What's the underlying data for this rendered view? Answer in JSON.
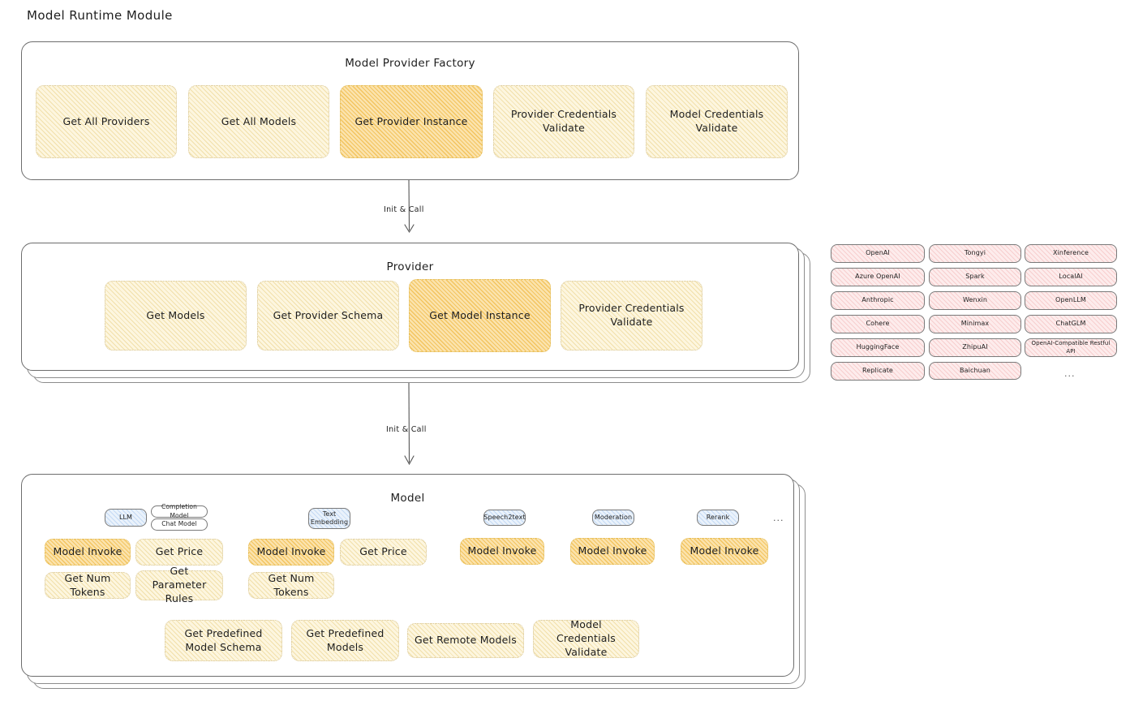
{
  "page": {
    "title": "Model Runtime Module"
  },
  "factory": {
    "title": "Model Provider Factory",
    "boxes": [
      {
        "label": "Get All Providers",
        "highlighted": false
      },
      {
        "label": "Get All Models",
        "highlighted": false
      },
      {
        "label": "Get Provider Instance",
        "highlighted": true
      },
      {
        "label": "Provider Credentials Validate",
        "highlighted": false
      },
      {
        "label": "Model Credentials Validate",
        "highlighted": false
      }
    ]
  },
  "arrows": [
    {
      "label": "Init & Call"
    },
    {
      "label": "Init & Call"
    }
  ],
  "provider": {
    "title": "Provider",
    "boxes": [
      {
        "label": "Get Models",
        "highlighted": false
      },
      {
        "label": "Get Provider Schema",
        "highlighted": false
      },
      {
        "label": "Get Model Instance",
        "highlighted": true
      },
      {
        "label": "Provider Credentials Validate",
        "highlighted": false
      }
    ]
  },
  "provider_list": {
    "column1": [
      "OpenAI",
      "Azure OpenAI",
      "Anthropic",
      "Cohere",
      "HuggingFace",
      "Replicate"
    ],
    "column2": [
      "Tongyi",
      "Spark",
      "Wenxin",
      "Minimax",
      "ZhipuAI",
      "Baichuan"
    ],
    "column3": [
      "Xinference",
      "LocalAI",
      "OpenLLM",
      "ChatGLM",
      "OpenAI-Compatible Restful API"
    ],
    "more": "..."
  },
  "model": {
    "title": "Model",
    "more": "...",
    "groups": [
      {
        "badge": "LLM",
        "badge_style": "blue",
        "sub_badges": [
          "Completion Model",
          "Chat Model"
        ],
        "boxes": [
          {
            "label": "Model Invoke",
            "highlighted": true
          },
          {
            "label": "Get Price",
            "highlighted": false
          },
          {
            "label": "Get Num Tokens",
            "highlighted": false
          },
          {
            "label": "Get Parameter Rules",
            "highlighted": false
          }
        ]
      },
      {
        "badge": "Text Embedding",
        "badge_style": "blue",
        "sub_badges": [],
        "boxes": [
          {
            "label": "Model Invoke",
            "highlighted": true
          },
          {
            "label": "Get Price",
            "highlighted": false
          },
          {
            "label": "Get Num Tokens",
            "highlighted": false
          }
        ]
      },
      {
        "badge": "Speech2text",
        "badge_style": "blue",
        "sub_badges": [],
        "boxes": [
          {
            "label": "Model Invoke",
            "highlighted": true
          }
        ]
      },
      {
        "badge": "Moderation",
        "badge_style": "blue",
        "sub_badges": [],
        "boxes": [
          {
            "label": "Model Invoke",
            "highlighted": true
          }
        ]
      },
      {
        "badge": "Rerank",
        "badge_style": "blue",
        "sub_badges": [],
        "boxes": [
          {
            "label": "Model Invoke",
            "highlighted": true
          }
        ]
      }
    ],
    "shared_boxes": [
      {
        "label": "Get Predefined Model Schema"
      },
      {
        "label": "Get Predefined Models"
      },
      {
        "label": "Get Remote Models"
      },
      {
        "label": "Model Credentials Validate"
      }
    ]
  },
  "colors": {
    "fill_light": "#fdf6df",
    "fill_strong": "#fbe3ad",
    "fill_pink": "#fdecec",
    "fill_blue": "#eaf2fb",
    "stroke": "#6d6d6d",
    "text": "#1e1e1e"
  }
}
